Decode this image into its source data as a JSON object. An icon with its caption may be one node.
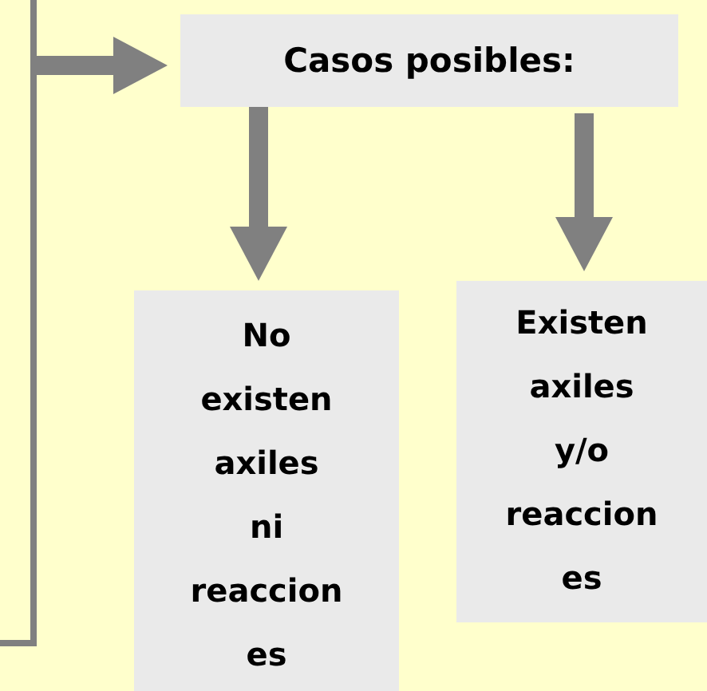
{
  "diagram": {
    "nodes": [
      {
        "text": [
          "Casos posibles:"
        ]
      },
      {
        "text": [
          "No existen axiles ni reaccion es"
        ]
      },
      {
        "text": [
          "Existen axiles y/o reaccion es"
        ]
      }
    ],
    "edges": [
      {
        "from": null,
        "to": 0,
        "arrow": "to"
      },
      {
        "from": 0,
        "to": 1,
        "arrow": "to"
      },
      {
        "from": 0,
        "to": 2,
        "arrow": "to"
      }
    ]
  }
}
